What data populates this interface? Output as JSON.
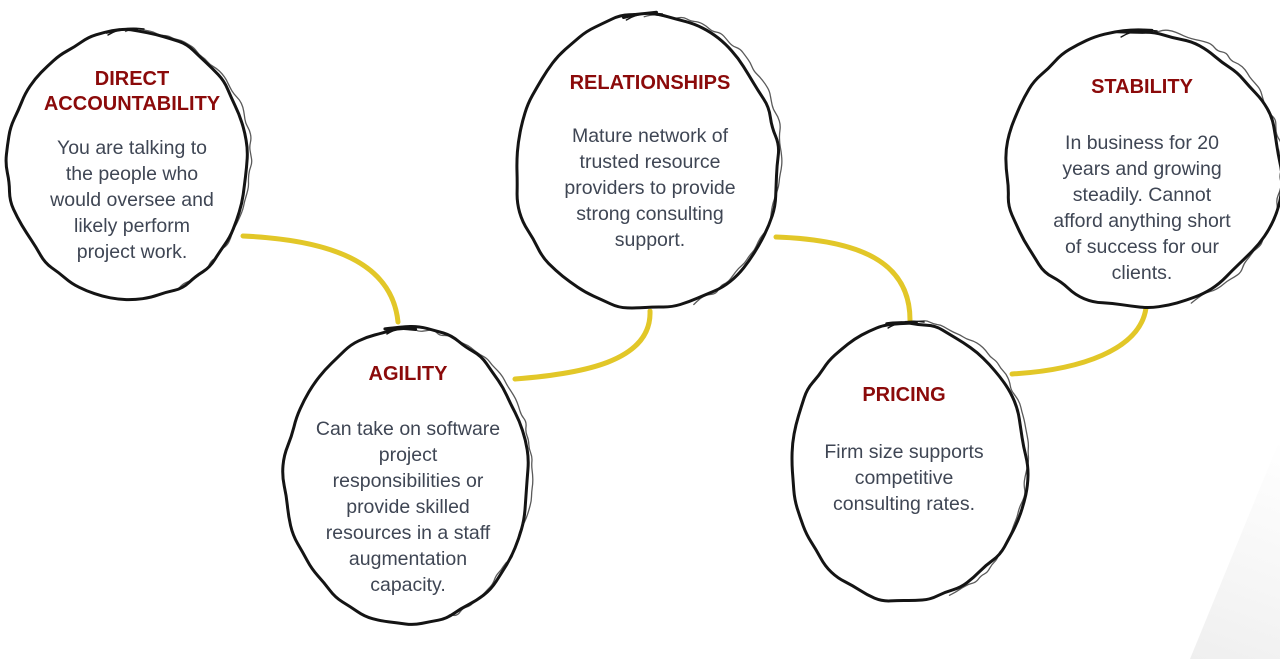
{
  "nodes": [
    {
      "id": "direct-accountability",
      "title": "DIRECT ACCOUNTABILITY",
      "title_lines": [
        "DIRECT",
        "ACCOUNTABILITY"
      ],
      "body": "You are talking to the people who would oversee and likely perform project work.",
      "body_lines": [
        "You are talking to",
        "the people who",
        "would oversee and",
        "likely perform",
        "project work."
      ]
    },
    {
      "id": "agility",
      "title": "AGILITY",
      "title_lines": [
        "AGILITY"
      ],
      "body": "Can take on software project responsibilities or provide skilled resources in a staff augmentation capacity.",
      "body_lines": [
        "Can take on software",
        "project",
        "responsibilities or",
        "provide skilled",
        "resources in a staff",
        "augmentation",
        "capacity."
      ]
    },
    {
      "id": "relationships",
      "title": "RELATIONSHIPS",
      "title_lines": [
        "RELATIONSHIPS"
      ],
      "body": "Mature network of trusted resource providers to provide strong consulting support.",
      "body_lines": [
        "Mature network of",
        "trusted resource",
        "providers to provide",
        "strong consulting",
        "support."
      ]
    },
    {
      "id": "pricing",
      "title": "PRICING",
      "title_lines": [
        "PRICING"
      ],
      "body": "Firm size supports competitive consulting rates.",
      "body_lines": [
        "Firm size supports",
        "competitive",
        "consulting rates."
      ]
    },
    {
      "id": "stability",
      "title": "STABILITY",
      "title_lines": [
        "STABILITY"
      ],
      "body": "In business for 20 years and growing steadily.  Cannot afford anything short of success for our clients.",
      "body_lines": [
        "In business for 20",
        "years and growing",
        "steadily.  Cannot",
        "afford anything short",
        "of success for our",
        "clients."
      ]
    }
  ],
  "colors": {
    "title": "#8b0a0a",
    "body": "#3f4654",
    "circle_stroke": "#141414",
    "connector": "#e2c728"
  }
}
